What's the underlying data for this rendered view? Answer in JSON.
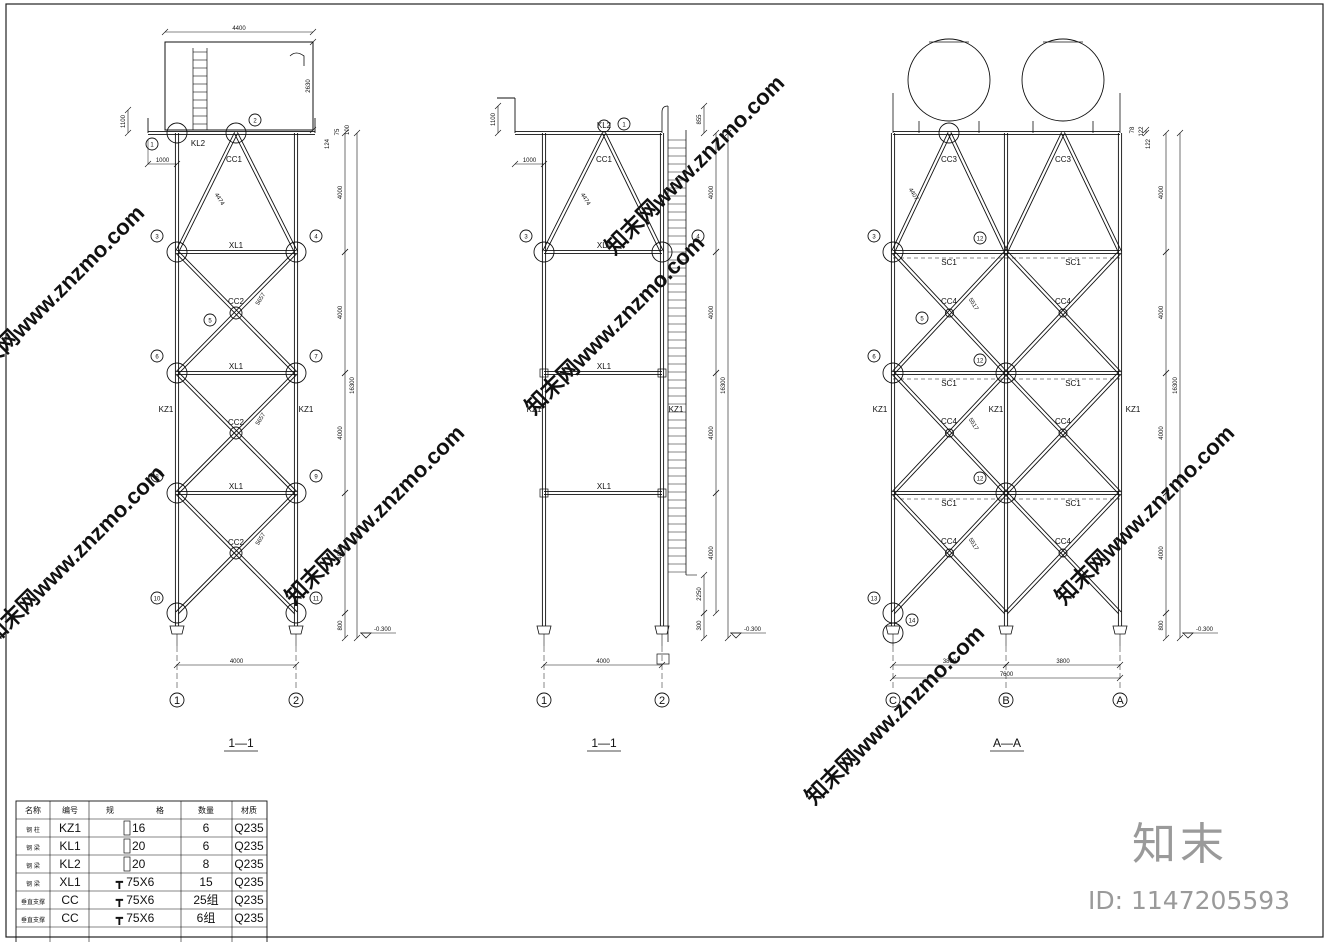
{
  "views": {
    "v1": {
      "title": "1—1",
      "top_width": "4400",
      "width": "4000",
      "cantilever_left": "1000",
      "cantilever_height": "1100",
      "tank_height": "2630",
      "total_height": "16300",
      "story_height": "4000",
      "base_height": "800",
      "top_small": [
        "124",
        "75",
        "100"
      ],
      "level": "-0.300",
      "diagonal_top": "4474",
      "diagonal": "5657",
      "column": "KZ1",
      "beam": "XL1",
      "top_beam": "KL2",
      "braces": [
        "CC1",
        "CC2",
        "CC2",
        "CC2"
      ],
      "axes": [
        "1",
        "2"
      ]
    },
    "v2": {
      "title": "1—1",
      "width": "4000",
      "cantilever_left": "1000",
      "cantilever_height": "1100",
      "ladder_top": "855",
      "total_height": "16300",
      "story_height": "4000",
      "ladder_base": "2250",
      "base_height": "300",
      "level": "-0.300",
      "diagonal_top": "4474",
      "column": "KZ1",
      "beam": "XL1",
      "top_beam": "KL2",
      "brace": "CC1",
      "axes": [
        "1",
        "2"
      ]
    },
    "v3": {
      "title": "A—A",
      "bay": "3800",
      "width": "7600",
      "total_height": "16300",
      "story_height": "4000",
      "base_height": "800",
      "top_small": [
        "122",
        "78"
      ],
      "level": "-0.300",
      "diagonal_top": "4407",
      "diagonal": "5517",
      "column": "KZ1",
      "strut": "SC1",
      "brace_top": "CC3",
      "brace": "CC4",
      "axes": [
        "C",
        "B",
        "A"
      ]
    }
  },
  "node_tags": [
    "1",
    "2",
    "3",
    "4",
    "5",
    "6",
    "7",
    "8",
    "9",
    "10",
    "11",
    "12",
    "13",
    "14"
  ],
  "member_table": {
    "headers": [
      "名称",
      "编号",
      "规",
      "格",
      "数量",
      "材质"
    ],
    "rows": [
      {
        "name": "钢 柱",
        "code": "KZ1",
        "spec": "16",
        "qty": "6",
        "material": "Q235"
      },
      {
        "name": "钢 梁",
        "code": "KL1",
        "spec": "20",
        "qty": "6",
        "material": "Q235"
      },
      {
        "name": "钢 梁",
        "code": "KL2",
        "spec": "20",
        "qty": "8",
        "material": "Q235"
      },
      {
        "name": "钢 梁",
        "code": "XL1",
        "spec": "┳ 75X6",
        "qty": "15",
        "material": "Q235"
      },
      {
        "name": "垂直支撑",
        "code": "CC",
        "spec": "┳ 75X6",
        "qty": "25组",
        "material": "Q235"
      },
      {
        "name": "垂直支撑",
        "code": "CC",
        "spec": "┳ 75X6",
        "qty": "6组",
        "material": "Q235"
      }
    ]
  },
  "watermark": "知末网www.znzmo.com",
  "brand": {
    "mark": "知末",
    "id": "ID: 1147205593"
  }
}
